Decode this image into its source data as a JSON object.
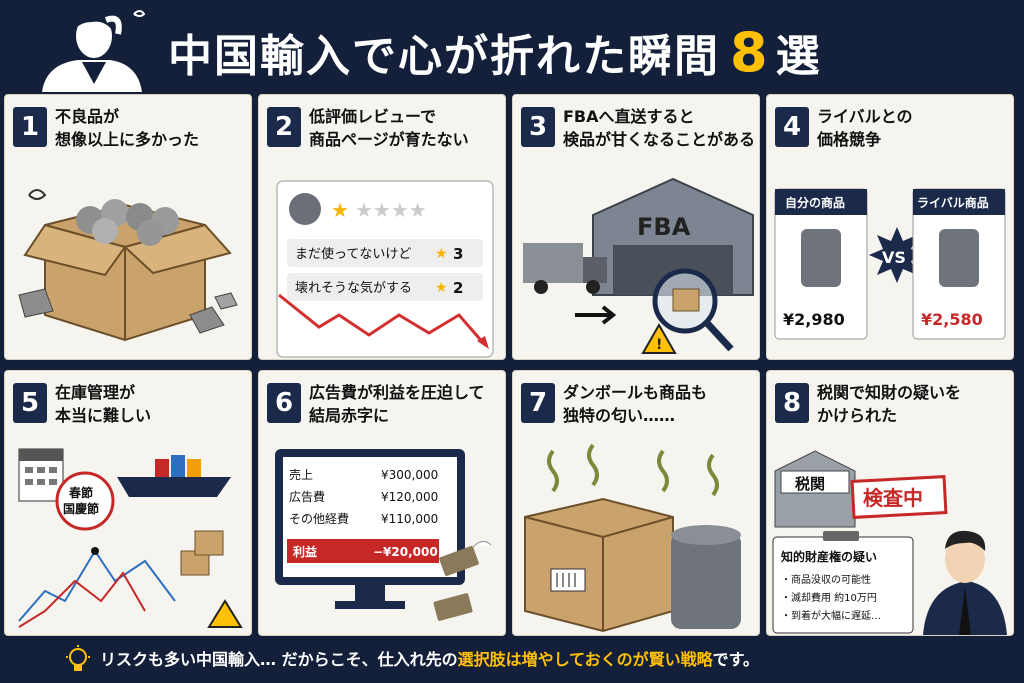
{
  "header": {
    "title": "中国輸入で心が折れた瞬間",
    "number": "8",
    "suffix": "選"
  },
  "cards": [
    {
      "num": "1",
      "lines": [
        "不良品が",
        "想像以上に多かった"
      ]
    },
    {
      "num": "2",
      "lines": [
        "低評価レビューで",
        "商品ページが育たない"
      ],
      "reviews": [
        {
          "text": "まだ使ってないけど",
          "stars": "3"
        },
        {
          "text": "壊れそうな気がする",
          "stars": "2"
        }
      ]
    },
    {
      "num": "3",
      "lines": [
        "FBAへ直送すると",
        "検品が甘くなることがある"
      ],
      "warehouse": "FBA"
    },
    {
      "num": "4",
      "lines": [
        "ライバルとの",
        "価格競争"
      ],
      "mine": {
        "label": "自分の商品",
        "price": "¥2,980"
      },
      "rival": {
        "label": "ライバル商品",
        "price": "¥2,580"
      },
      "vs": "VS"
    },
    {
      "num": "5",
      "lines": [
        "在庫管理が",
        "本当に難しい"
      ],
      "holiday": [
        "春節",
        "国慶節"
      ]
    },
    {
      "num": "6",
      "lines": [
        "広告費が利益を圧迫して",
        "結局赤字に"
      ],
      "rows": [
        {
          "label": "売上",
          "value": "¥300,000"
        },
        {
          "label": "広告費",
          "value": "¥120,000"
        },
        {
          "label": "その他経費",
          "value": "¥110,000"
        }
      ],
      "profit": {
        "label": "利益",
        "value": "−¥20,000"
      }
    },
    {
      "num": "7",
      "lines": [
        "ダンボールも商品も",
        "独特の匂い……"
      ]
    },
    {
      "num": "8",
      "lines": [
        "税関で知財の疑いを",
        "かけられた"
      ],
      "building": "税関",
      "stamp": "検査中",
      "notice": {
        "title": "知的財産権の疑い",
        "items": [
          "・商品没収の可能性",
          "・滅却費用 約10万円",
          "・到着が大幅に遅延…"
        ]
      }
    }
  ],
  "footer": {
    "part1": "リスクも多い中国輸入…  だからこそ、仕入れ先の",
    "highlight": "選択肢は増やしておくのが賢い戦略",
    "part2": "です。"
  },
  "colors": {
    "navy": "#14203a",
    "accent": "#ffc107",
    "red": "#c62828"
  }
}
